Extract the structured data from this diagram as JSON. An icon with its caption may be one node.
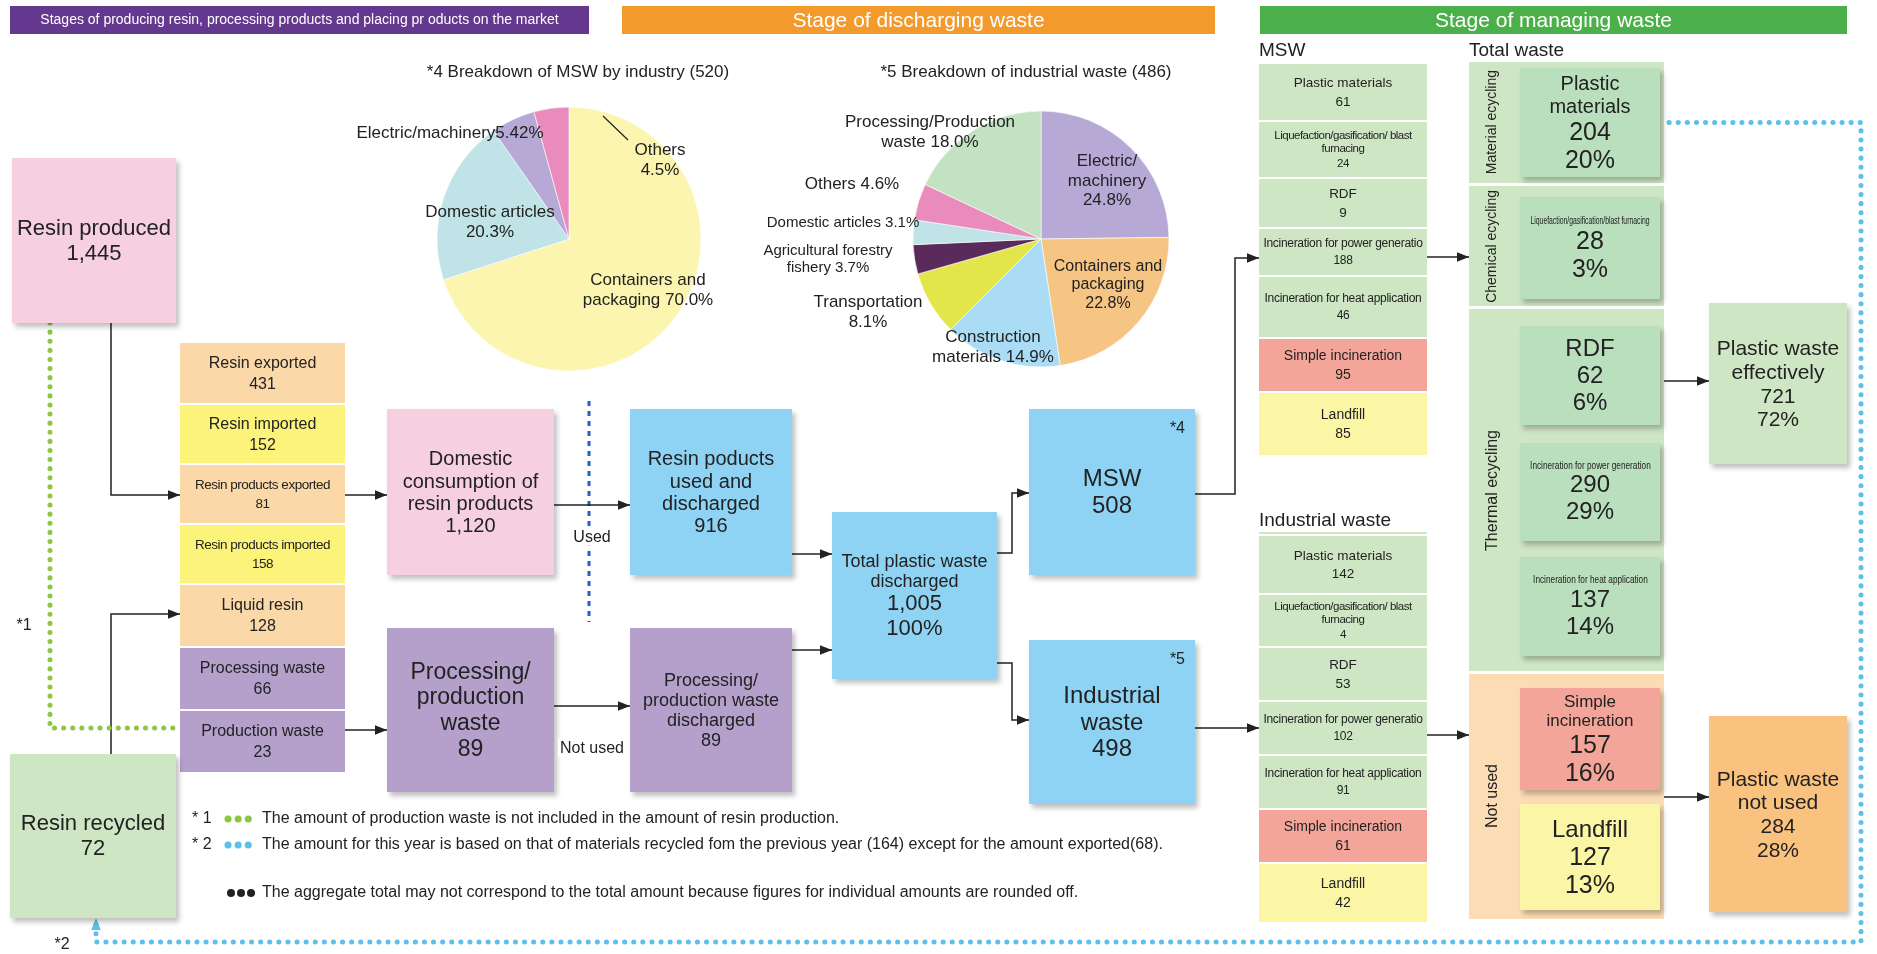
{
  "diagram": {
    "nodes": [
      {
        "text": [
          "Stages of producing resin, processing products and placing pr oducts on the market"
        ]
      },
      {
        "text": [
          "Stage of discharging waste"
        ]
      },
      {
        "text": [
          "Stage of managing waste"
        ]
      },
      {
        "text": [
          "Resin produced",
          "1,445"
        ]
      },
      {
        "text": [
          "Resin exported",
          "431"
        ]
      },
      {
        "text": [
          "Resin imported",
          "152"
        ]
      },
      {
        "text": [
          "Resin products exported",
          "81"
        ]
      },
      {
        "text": [
          "Resin products imported",
          "158"
        ]
      },
      {
        "text": [
          "Liquid resin",
          "128"
        ]
      },
      {
        "text": [
          "Processing waste",
          "66"
        ]
      },
      {
        "text": [
          "Production waste",
          "23"
        ]
      },
      {
        "text": [
          "Resin recycled",
          "72"
        ]
      },
      {
        "text": [
          "Domestic consumption of resin products",
          "1,120"
        ]
      },
      {
        "text": [
          "Processing/ production waste",
          "89"
        ]
      },
      {
        "text": [
          "Resin poducts used and discharged",
          "916"
        ]
      },
      {
        "text": [
          "Processing/ production waste discharged",
          "89"
        ]
      },
      {
        "text": [
          "Total plastic waste discharged",
          "1,005",
          "100%"
        ]
      },
      {
        "text": [
          "*4",
          "MSW",
          "508"
        ]
      },
      {
        "text": [
          "*5",
          "Industrial waste",
          "498"
        ]
      },
      {
        "text": [
          "MSW"
        ]
      },
      {
        "text": [
          "Plastic materials",
          "61"
        ],
        "in": 19
      },
      {
        "text": [
          "Liquefaction/gasification/ blast furnacing",
          "24"
        ],
        "in": 19
      },
      {
        "text": [
          "RDF",
          "9"
        ],
        "in": 19
      },
      {
        "text": [
          "Incineration for power generatio",
          "188"
        ],
        "in": 19
      },
      {
        "text": [
          "Incineration for heat application",
          "46"
        ],
        "in": 19
      },
      {
        "text": [
          "Simple incineration",
          "95"
        ],
        "in": 19
      },
      {
        "text": [
          "Landfill",
          "85"
        ],
        "in": 19
      },
      {
        "text": [
          "Industrial waste"
        ]
      },
      {
        "text": [
          "Plastic materials",
          "142"
        ],
        "in": 27
      },
      {
        "text": [
          "Liquefaction/gasification/ blast furnacing",
          "4"
        ],
        "in": 27
      },
      {
        "text": [
          "RDF",
          "53"
        ],
        "in": 27
      },
      {
        "text": [
          "Incineration for power generatio",
          "102"
        ],
        "in": 27
      },
      {
        "text": [
          "Incineration for heat application",
          "91"
        ],
        "in": 27
      },
      {
        "text": [
          "Simple incineration",
          "61"
        ],
        "in": 27
      },
      {
        "text": [
          "Landfill",
          "42"
        ],
        "in": 27
      },
      {
        "text": [
          "Total waste"
        ]
      },
      {
        "text": [
          "Material ecycling"
        ],
        "in": 35
      },
      {
        "text": [
          "Plastic materials",
          "204",
          "20%"
        ],
        "in": 36
      },
      {
        "text": [
          "Chemical ecycling"
        ],
        "in": 35
      },
      {
        "text": [
          "Liquefaction/gasification/blast furnacing",
          "28",
          "3%"
        ],
        "in": 38
      },
      {
        "text": [
          "Thermal ecycling"
        ],
        "in": 35
      },
      {
        "text": [
          "RDF",
          "62",
          "6%"
        ],
        "in": 40
      },
      {
        "text": [
          "Incineration for power generation",
          "290",
          "29%"
        ],
        "in": 40
      },
      {
        "text": [
          "Incineration for heat application",
          "137",
          "14%"
        ],
        "in": 40
      },
      {
        "text": [
          "Not used"
        ],
        "in": 35
      },
      {
        "text": [
          "Simple incineration",
          "157",
          "16%"
        ],
        "in": 44
      },
      {
        "text": [
          "Landfill",
          "127",
          "13%"
        ],
        "in": 44
      },
      {
        "text": [
          "Plastic waste effectively",
          "721",
          "72%"
        ]
      },
      {
        "text": [
          "Plastic waste not used",
          "284",
          "28%"
        ]
      }
    ],
    "edges": [
      {
        "from": 3,
        "to": 6,
        "arrow": "to"
      },
      {
        "from": 11,
        "to": 8,
        "arrow": "to"
      },
      {
        "from": 6,
        "to": 12,
        "arrow": "to"
      },
      {
        "from": 10,
        "to": 13,
        "arrow": "to"
      },
      {
        "from": 12,
        "to": 14,
        "arrow": "to",
        "label": "Used"
      },
      {
        "from": 13,
        "to": 15,
        "arrow": "to",
        "label": "Not used"
      },
      {
        "from": 14,
        "to": 16,
        "arrow": "to"
      },
      {
        "from": 15,
        "to": 16,
        "arrow": "to"
      },
      {
        "from": 16,
        "to": 17,
        "arrow": "to"
      },
      {
        "from": 16,
        "to": 18,
        "arrow": "to"
      },
      {
        "from": 17,
        "to": 19,
        "arrow": "to"
      },
      {
        "from": 18,
        "to": 27,
        "arrow": "to"
      },
      {
        "from": 19,
        "to": 35,
        "arrow": "to"
      },
      {
        "from": 27,
        "to": 35,
        "arrow": "to"
      },
      {
        "from": 40,
        "to": 47,
        "arrow": "to"
      },
      {
        "from": 44,
        "to": 48,
        "arrow": "to"
      },
      {
        "from": 3,
        "to": 10,
        "arrow": "none",
        "style": "dashed",
        "color": "#8dc63f",
        "label": "*1"
      },
      {
        "from": 37,
        "to": 11,
        "arrow": "to",
        "style": "dashed",
        "color": "#5bc0eb",
        "label": "*2"
      }
    ],
    "labels": [
      "*4 Breakdown of MSW by industry (520)",
      "Electric/machinery5.42%",
      "Others 4.5%",
      "Domestic articles 20.3%",
      "Containers and packaging 70.0%",
      "*5 Breakdown of industrial waste (486)",
      "Processing/Production waste 18.0%",
      "Electric/ machinery 24.8%",
      "Others 4.6%",
      "Domestic articles 3.1%",
      "Agricultural forestry fishery 3.7%",
      "Transportation 8.1%",
      "Containers and packaging 22.8%",
      "Construction materials 14.9%",
      "* 1",
      "* 2",
      "The aggregate total may not correspond to the total amount because figures for individual amounts are rounded off."
    ],
    "legend": [
      {
        "text": "The amount of production waste is not included in the amount of resin production."
      },
      {
        "text": "The amount for this year is based on that of materials recycled fom the previous year (164) except for the amount exported(68)."
      }
    ]
  }
}
